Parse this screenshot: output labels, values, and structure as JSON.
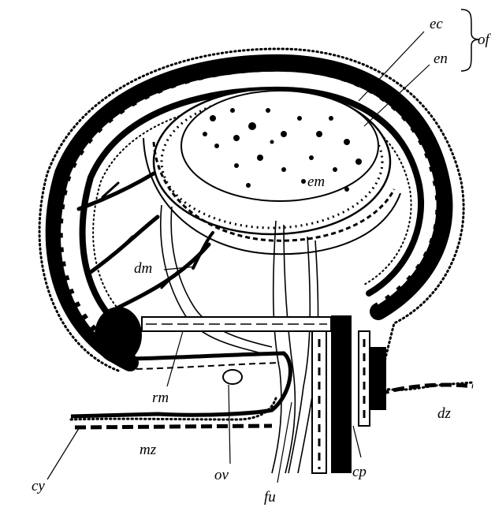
{
  "labels": {
    "ec": "ec",
    "en": "en",
    "of": "of",
    "em": "em",
    "dm": "dm",
    "rm": "rm",
    "dz": "dz",
    "mz": "mz",
    "cy": "cy",
    "ov": "ov",
    "fu": "fu",
    "cp": "cp"
  },
  "colors": {
    "ink": "#000000",
    "paper": "#ffffff"
  }
}
